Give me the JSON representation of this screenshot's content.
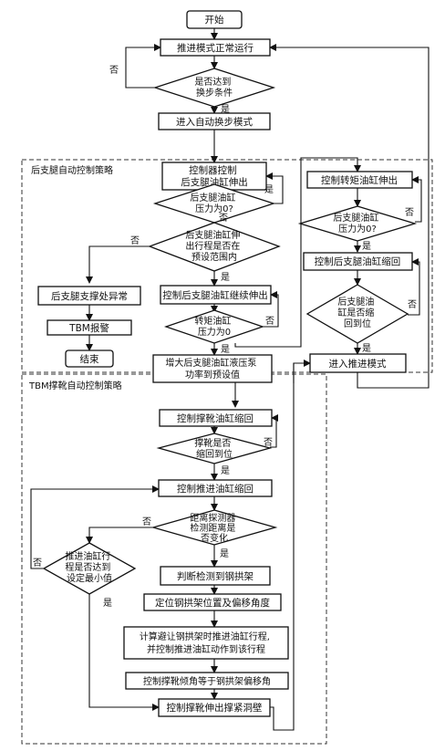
{
  "regions": {
    "rear_support": "后支腿自动控制策略",
    "tbm_support": "TBM撑靴自动控制策略"
  },
  "nodes": {
    "start": "开始",
    "advance_run": "推进模式正常运行",
    "step_check": [
      "是否达到",
      "换步条件"
    ],
    "auto_step": "进入自动换步模式",
    "ctrl_rear_extend": [
      "控制器控制",
      "后支腿油缸伸出"
    ],
    "rear_pressure_zero": [
      "后支腿油缸",
      "压力为0?"
    ],
    "rear_in_range": [
      "后支腿油缸伸",
      "出行程是否在",
      "预设范围内"
    ],
    "rear_abnormal": "后支腿支撑处异常",
    "tbm_alarm": "TBM报警",
    "end": "结束",
    "rear_continue": "控制后支腿油缸继续伸出",
    "torque_pressure_zero": [
      "转矩油缸",
      "压力为0"
    ],
    "increase_pump": [
      "增大后支腿油缸液压泵",
      "功率到预设值"
    ],
    "torque_extend": "控制转矩油缸伸出",
    "rear_pressure_zero_r": [
      "后支腿油缸",
      "压力为0?"
    ],
    "rear_retract": "控制后支腿油缸缩回",
    "rear_retracted": [
      "后支腿油",
      "缸是否缩",
      "回到位"
    ],
    "enter_advance": "进入推进模式",
    "shoe_retract": "控制撑靴油缸缩回",
    "shoe_retracted": [
      "撑靴是否",
      "缩回到位"
    ],
    "push_retract": "控制推进油缸缩回",
    "distance_change": [
      "距离探测器",
      "检测距离是",
      "否变化"
    ],
    "push_min": [
      "推进油缸行",
      "程是否达到",
      "设定最小值"
    ],
    "detect_arch": "判断检测到钢拱架",
    "locate_arch": "定位钢拱架位置及偏移角度",
    "compute_stroke": [
      "计算避让钢拱架时推进油缸行程,",
      "并控制推进油缸动作到该行程"
    ],
    "shoe_tilt": "控制撑靴倾角等于钢拱架偏移角",
    "shoe_extend": "控制撑靴伸出撑紧洞壁"
  },
  "edge_labels": {
    "yes": "是",
    "no": "否"
  }
}
